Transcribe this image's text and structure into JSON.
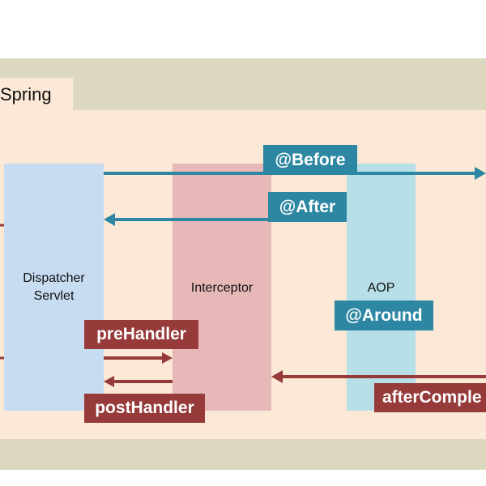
{
  "container": {
    "label": "Spring"
  },
  "components": {
    "dispatcher": [
      "Dispatcher",
      "Servlet"
    ],
    "interceptor": "Interceptor",
    "aop": "AOP"
  },
  "labels": {
    "before": "@Before",
    "after": "@After",
    "around": "@Around",
    "pre_handler": "preHandler",
    "post_handler": "postHandler",
    "after_completion": "afterComple"
  },
  "colors": {
    "aop_accent": "#2e87a2",
    "interceptor_accent": "#963a3a",
    "dispatcher_fill": "#c7dbf1",
    "interceptor_fill": "#e6b8b8",
    "aop_fill": "#b7dfe8",
    "background": "#fbe8d6",
    "outer_frame": "#dcd8c0"
  }
}
